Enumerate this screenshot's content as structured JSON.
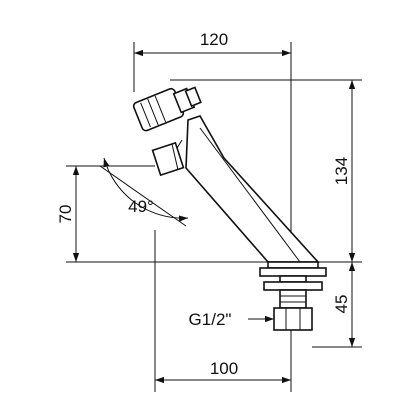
{
  "dimensions": {
    "top_width": "120",
    "bottom_width": "100",
    "right_height_upper": "134",
    "right_height_lower": "45",
    "left_height": "70",
    "angle": "49°",
    "thread": "G1/2\""
  }
}
